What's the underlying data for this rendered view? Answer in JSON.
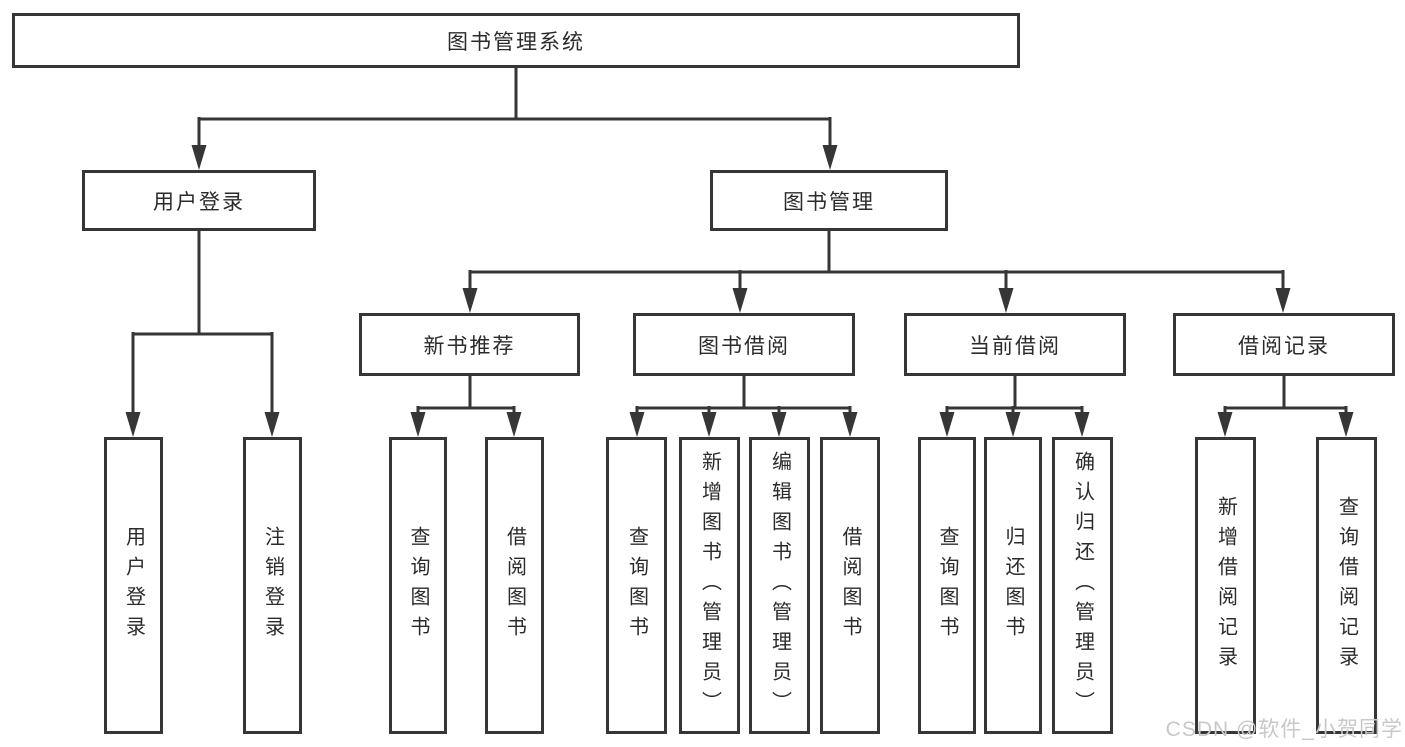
{
  "colors": {
    "line": "#363636",
    "box_border": "#363636",
    "text": "#2b2b2b",
    "watermark": "#c8c8c8",
    "background": "#ffffff"
  },
  "nodes": {
    "root": "图书管理系统",
    "level2": {
      "user_login": "用户登录",
      "book_management": "图书管理"
    },
    "level3": {
      "new_book_recommend": "新书推荐",
      "book_borrow": "图书借阅",
      "current_borrow": "当前借阅",
      "borrow_record": "借阅记录"
    },
    "level4": {
      "user_login_children": [
        "用户登录",
        "注销登录"
      ],
      "new_book_recommend_children": [
        "查询图书",
        "借阅图书"
      ],
      "book_borrow_children": [
        "查询图书",
        "新增图书（管理员）",
        "编辑图书（管理员）",
        "借阅图书"
      ],
      "current_borrow_children": [
        "查询图书",
        "归还图书",
        "确认归还（管理员）"
      ],
      "borrow_record_children": [
        "新增借阅记录",
        "查询借阅记录"
      ]
    }
  },
  "watermark": "CSDN @软件_小贺同学"
}
